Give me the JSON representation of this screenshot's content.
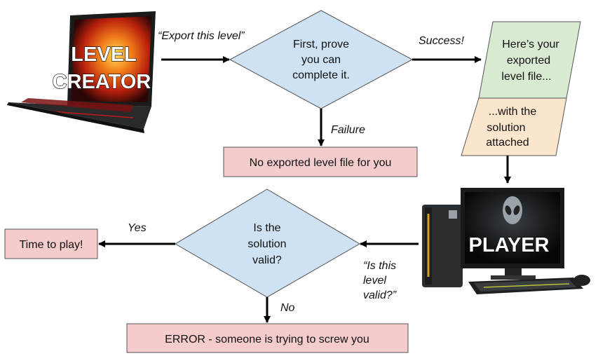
{
  "laptop": {
    "line1": "LEVEL",
    "line2": "CREATOR"
  },
  "arrow_export": "“Export this level”",
  "diamond_prove": {
    "line1": "First, prove",
    "line2": "you can",
    "line3": "complete it."
  },
  "arrow_success": "Success!",
  "arrow_failure": "Failure",
  "box_no_export": "No exported level file for you",
  "file_box": {
    "line1": "Here’s your",
    "line2": "exported",
    "line3": "level file..."
  },
  "solution_box": {
    "line1": "...with the",
    "line2": "solution",
    "line3": "attached"
  },
  "pc": {
    "label": "PLAYER"
  },
  "arrow_valid_q": {
    "line1": "“Is this",
    "line2": "level",
    "line3": "valid?”"
  },
  "diamond_valid": {
    "line1": "Is the",
    "line2": "solution",
    "line3": "valid?"
  },
  "arrow_yes": "Yes",
  "box_play": "Time to play!",
  "arrow_no": "No",
  "box_error": "ERROR - someone is trying to screw you",
  "colors": {
    "diamond_fill": "#cfe2f3",
    "red_box_fill": "#f4cccc",
    "green_fill": "#d9ead3",
    "orange_fill": "#fce5cd",
    "border": "#555555"
  }
}
